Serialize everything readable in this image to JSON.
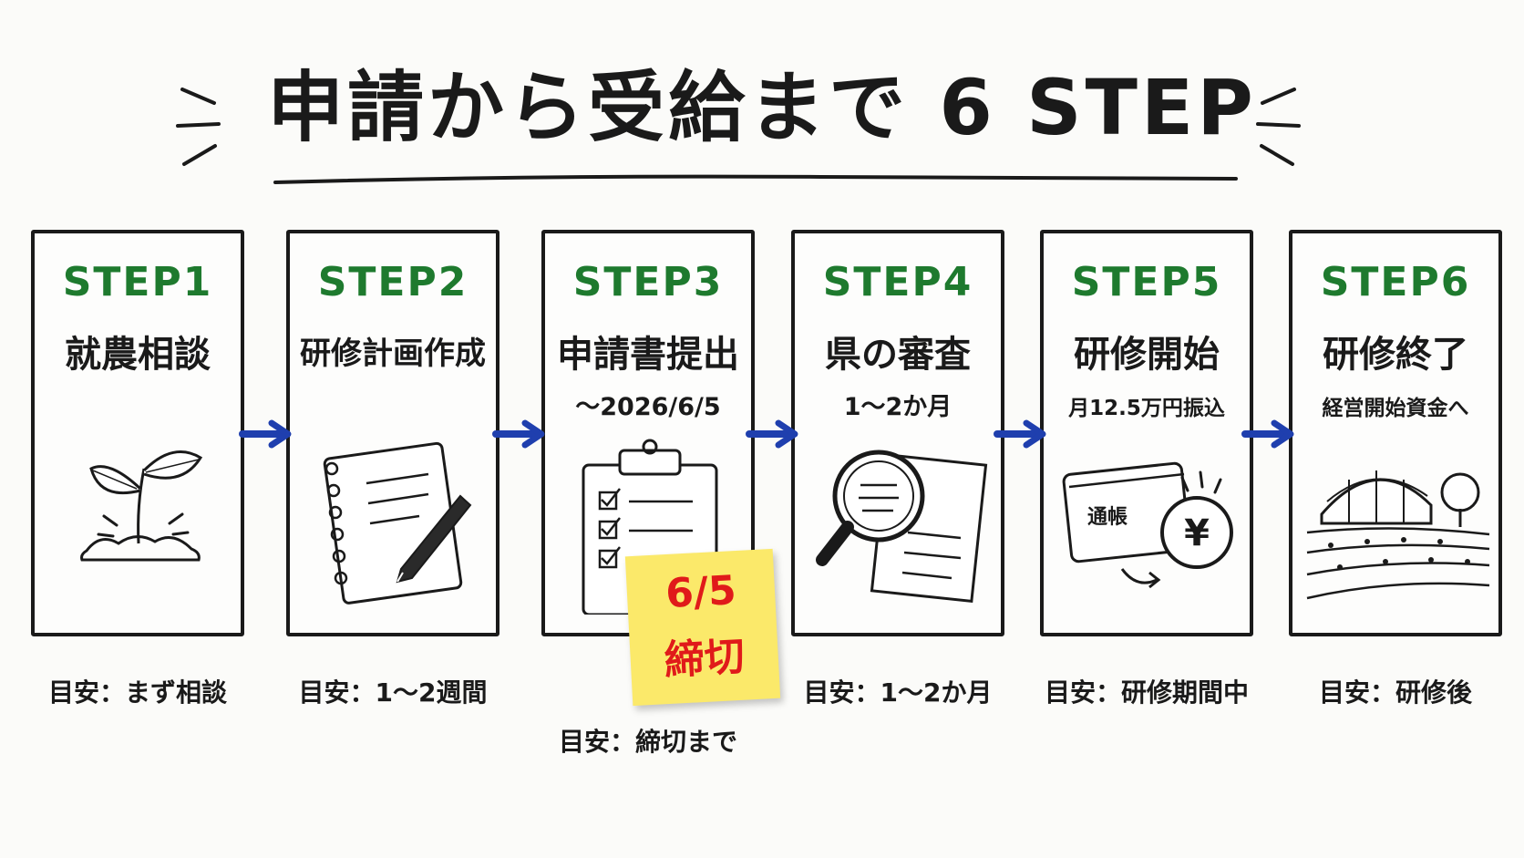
{
  "title": "申請から受給まで 6 STEP",
  "colors": {
    "step_label": "#1e7a2e",
    "arrow": "#1f3fae",
    "sticky": "#fbe96a",
    "sticky_text": "#e01a1a"
  },
  "steps": [
    {
      "label": "STEP1",
      "name": "就農相談",
      "sub": "",
      "guide": "目安：まず相談",
      "icon": "sprout-icon"
    },
    {
      "label": "STEP2",
      "name": "研修計画作成",
      "sub": "",
      "guide": "目安：1〜2週間",
      "icon": "notebook-pen-icon"
    },
    {
      "label": "STEP3",
      "name": "申請書提出",
      "sub": "〜2026/6/5",
      "guide": "目安：締切まで",
      "icon": "clipboard-checklist-icon"
    },
    {
      "label": "STEP4",
      "name": "県の審査",
      "sub": "1〜2か月",
      "guide": "目安：1〜2か月",
      "icon": "magnifier-document-icon"
    },
    {
      "label": "STEP5",
      "name": "研修開始",
      "sub": "月12.5万円振込",
      "guide": "目安：研修期間中",
      "icon": "bankbook-yen-icon"
    },
    {
      "label": "STEP6",
      "name": "研修終了",
      "sub": "経営開始資金へ",
      "guide": "目安：研修後",
      "icon": "greenhouse-field-icon"
    }
  ],
  "sticky_note": {
    "date": "6/5",
    "word": "締切"
  },
  "bankbook_label": "通帳",
  "yen_symbol": "¥"
}
